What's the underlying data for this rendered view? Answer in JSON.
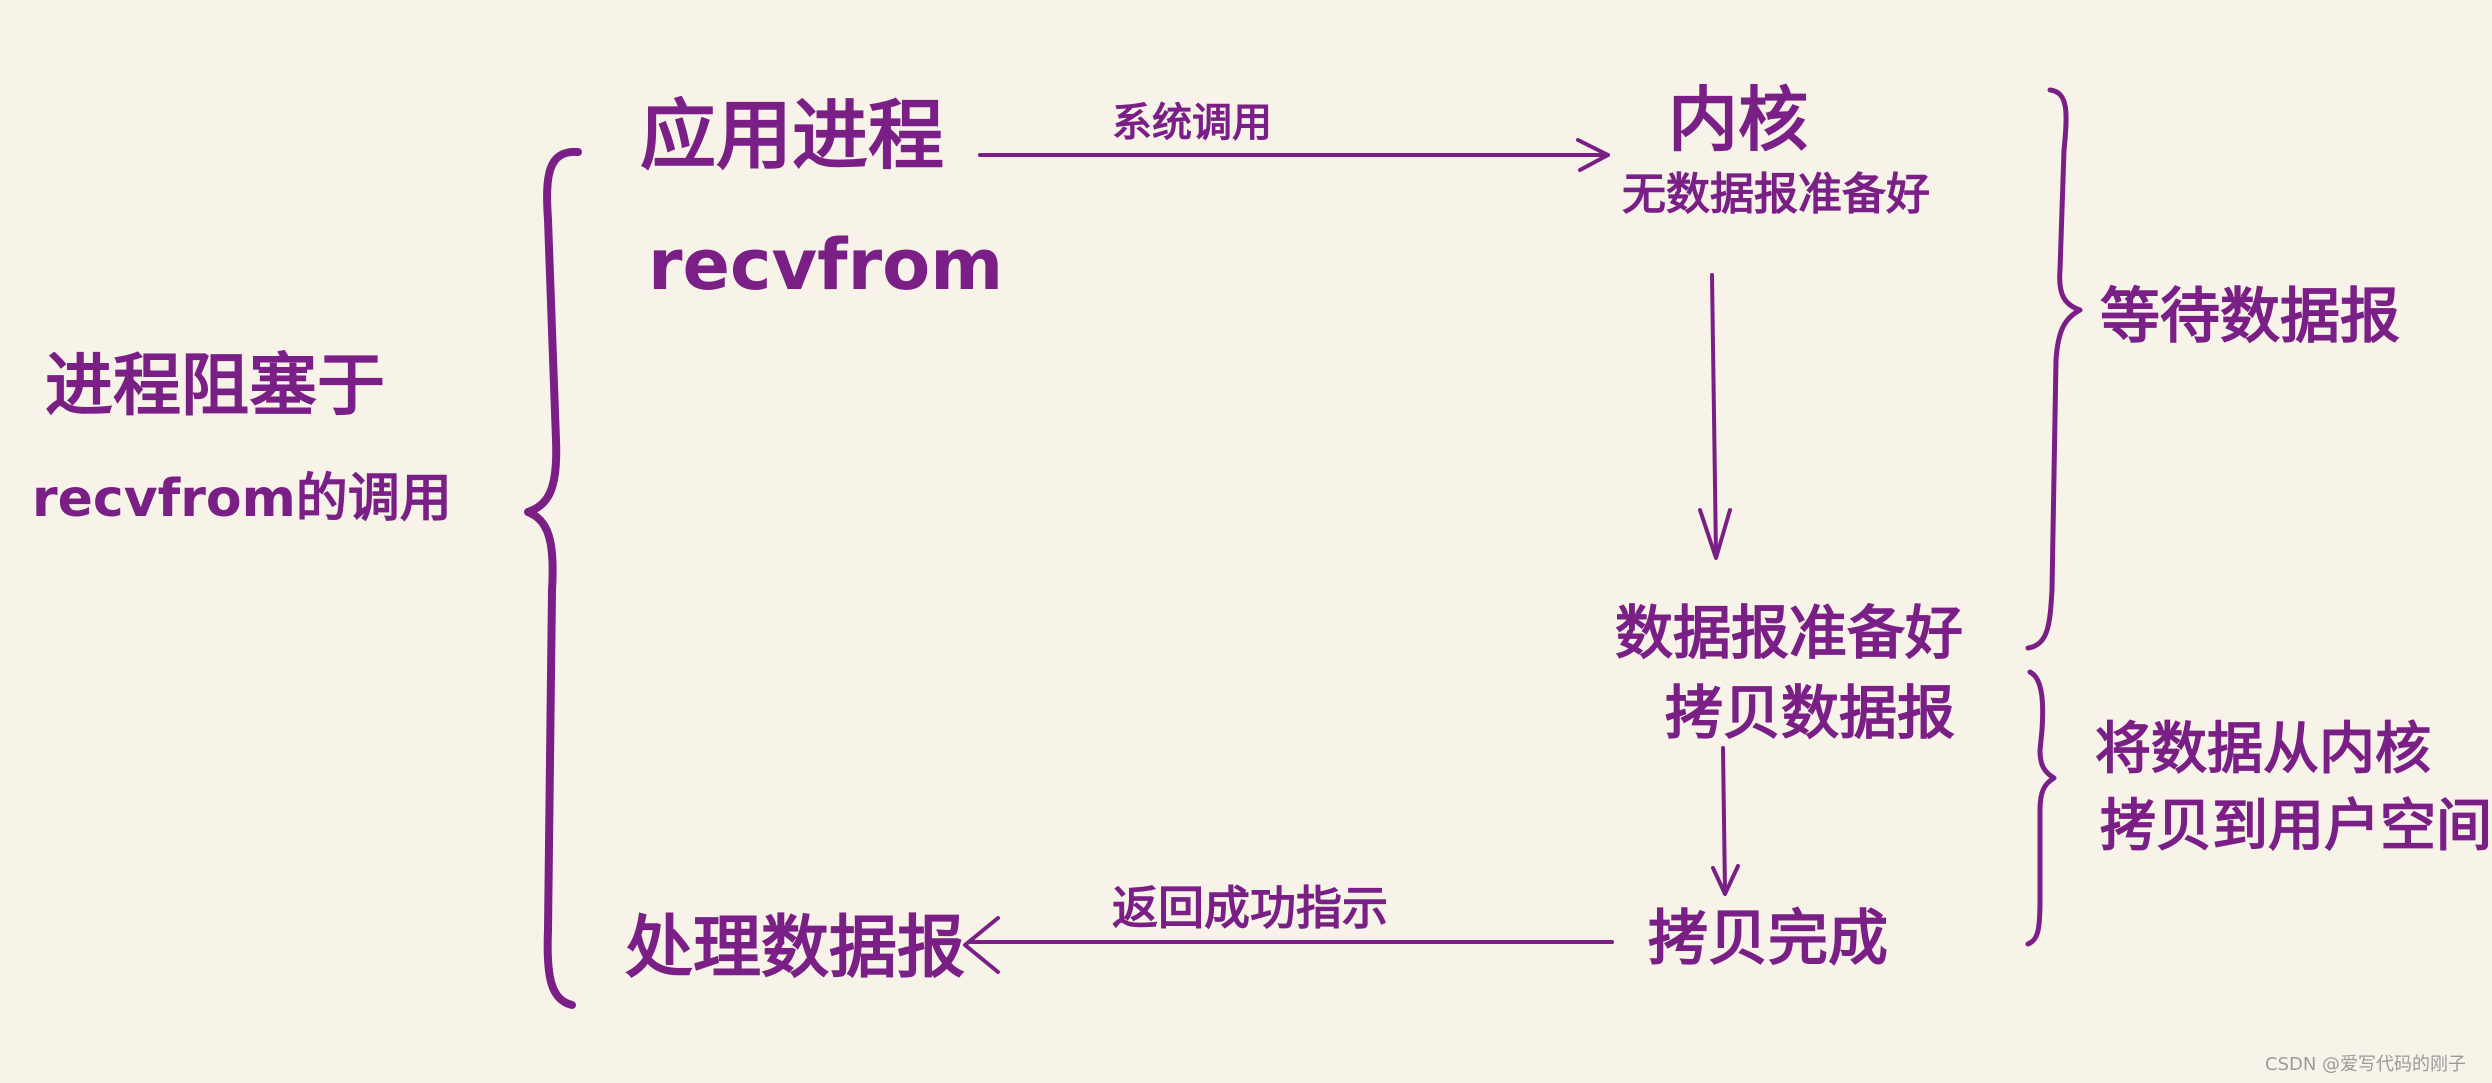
{
  "diagram": {
    "left_note": {
      "line1": "进程阻塞于",
      "line2": "recvfrom的调用"
    },
    "app_process": {
      "title": "应用进程",
      "call": "recvfrom"
    },
    "syscall_label": "系统调用",
    "kernel": {
      "title": "内核",
      "status": "无数据报准备好"
    },
    "wait_label": "等待数据报",
    "datagram_ready": "数据报准备好",
    "copy_datagram": "拷贝数据报",
    "copy_to_user_label": {
      "line1": "将数据从内核",
      "line2": "拷贝到用户空间"
    },
    "copy_done": "拷贝完成",
    "return_label": "返回成功指示",
    "process_datagram": "处理数据报",
    "ink_color": "#7a1f86",
    "background_color": "#f7f3e8"
  },
  "watermark": "CSDN @爱写代码的刚子"
}
